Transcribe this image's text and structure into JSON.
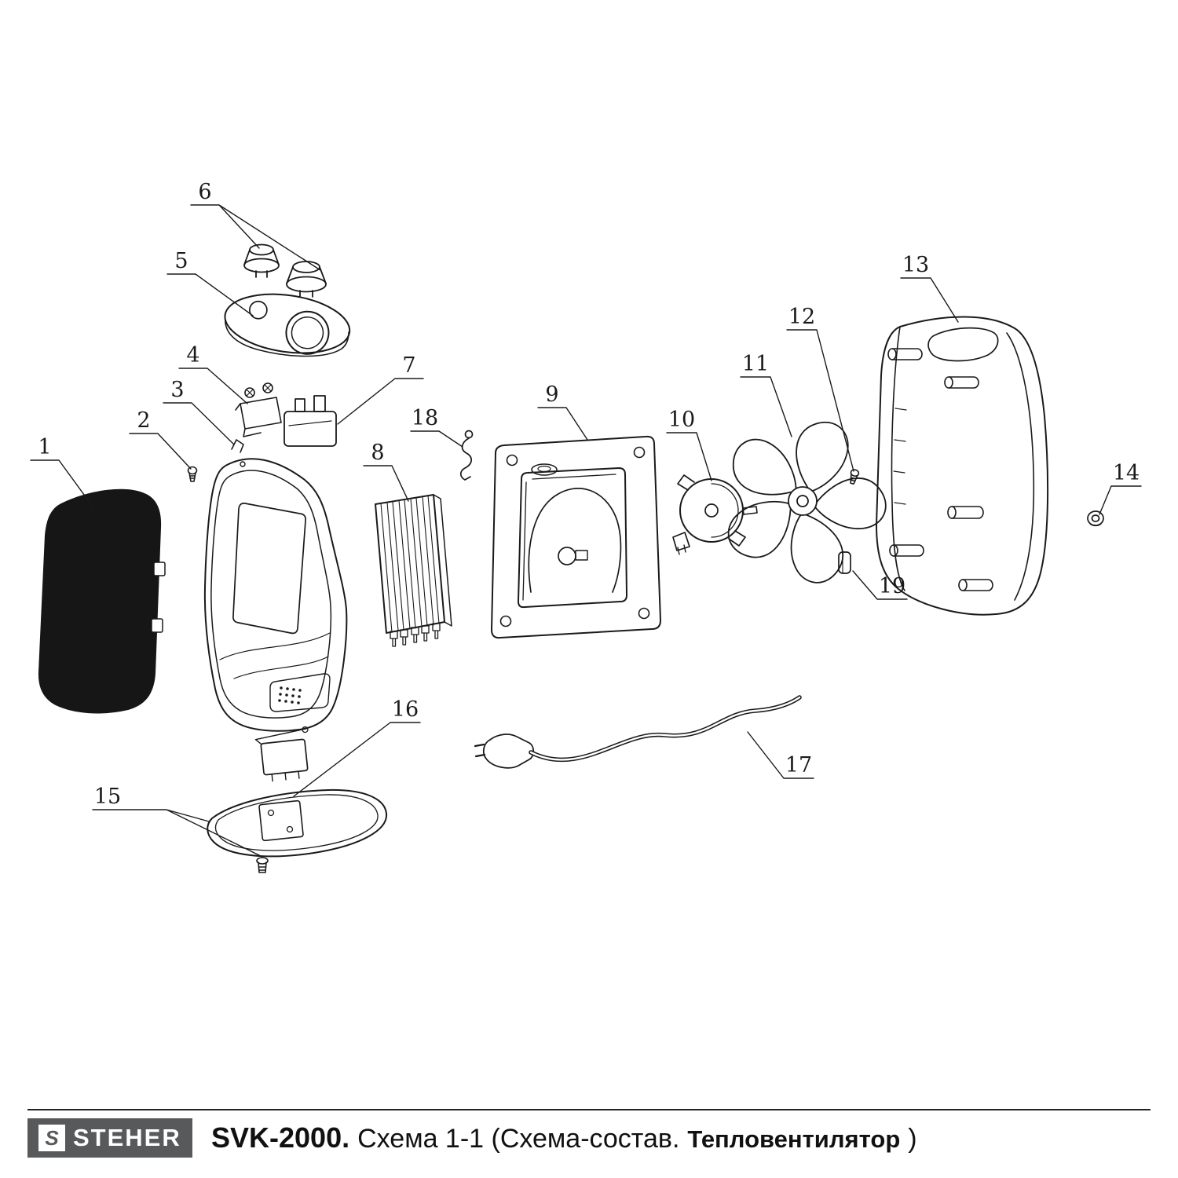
{
  "footer": {
    "logo_icon": "S",
    "logo_text": "STEHER",
    "model": "SVK-2000.",
    "scheme_text": "Схема 1-1 (Схема-состав.",
    "product": "Тепловентилятор",
    "closing": ")"
  },
  "parts": {
    "numbers": [
      "1",
      "2",
      "3",
      "4",
      "5",
      "6",
      "7",
      "8",
      "9",
      "10",
      "11",
      "12",
      "13",
      "14",
      "15",
      "16",
      "17",
      "18",
      "19"
    ]
  },
  "colors": {
    "ink": "#1a1a1a",
    "logo_bg": "#58595b",
    "grille_fill": "#161616"
  }
}
